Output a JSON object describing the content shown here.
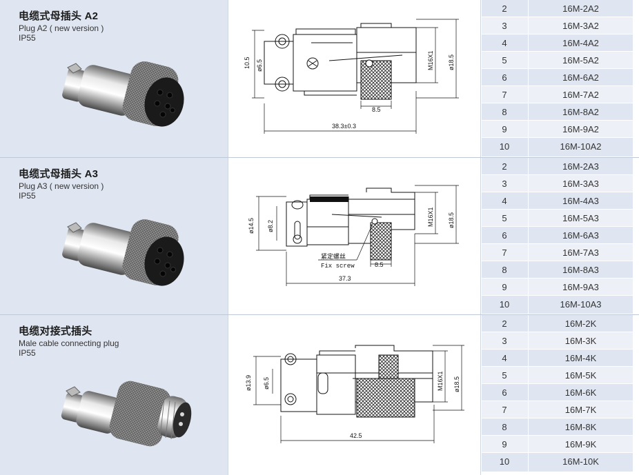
{
  "products": [
    {
      "title": "电缆式母插头 A2",
      "subtitle": "Plug  A2 ( new version )",
      "rating": "IP55",
      "dims": {
        "d1": "10.5",
        "d2": "ø6.5",
        "thread": "M16X1",
        "outer": "ø18.5",
        "nut": "8.5",
        "length": "38.3±0.3"
      },
      "rows": [
        {
          "n": "2",
          "model": "16M-2A2"
        },
        {
          "n": "3",
          "model": "16M-3A2"
        },
        {
          "n": "4",
          "model": "16M-4A2"
        },
        {
          "n": "5",
          "model": "16M-5A2"
        },
        {
          "n": "6",
          "model": "16M-6A2"
        },
        {
          "n": "7",
          "model": "16M-7A2"
        },
        {
          "n": "8",
          "model": "16M-8A2"
        },
        {
          "n": "9",
          "model": "16M-9A2"
        },
        {
          "n": "10",
          "model": "16M-10A2"
        }
      ]
    },
    {
      "title": "电缆式母插头 A3",
      "subtitle": "Plug  A3 ( new version )",
      "rating": "IP55",
      "dims": {
        "d1": "ø14.5",
        "d2": "ø8.2",
        "thread": "M16X1",
        "outer": "ø18.5",
        "nut": "8.5",
        "length": "37.3",
        "screw_cn": "紧定螺丝",
        "screw_en": "Fix screw"
      },
      "rows": [
        {
          "n": "2",
          "model": "16M-2A3"
        },
        {
          "n": "3",
          "model": "16M-3A3"
        },
        {
          "n": "4",
          "model": "16M-4A3"
        },
        {
          "n": "5",
          "model": "16M-5A3"
        },
        {
          "n": "6",
          "model": "16M-6A3"
        },
        {
          "n": "7",
          "model": "16M-7A3"
        },
        {
          "n": "8",
          "model": "16M-8A3"
        },
        {
          "n": "9",
          "model": "16M-9A3"
        },
        {
          "n": "10",
          "model": "16M-10A3"
        }
      ]
    },
    {
      "title": "电缆对接式插头",
      "subtitle": "Male cable connecting plug",
      "rating": "IP55",
      "dims": {
        "d1": "ø13.9",
        "d2": "ø6.5",
        "thread": "M16X1",
        "outer": "ø18.5",
        "length": "42.5"
      },
      "rows": [
        {
          "n": "2",
          "model": "16M-2K"
        },
        {
          "n": "3",
          "model": "16M-3K"
        },
        {
          "n": "4",
          "model": "16M-4K"
        },
        {
          "n": "5",
          "model": "16M-5K"
        },
        {
          "n": "6",
          "model": "16M-6K"
        },
        {
          "n": "7",
          "model": "16M-7K"
        },
        {
          "n": "8",
          "model": "16M-8K"
        },
        {
          "n": "9",
          "model": "16M-9K"
        },
        {
          "n": "10",
          "model": "16M-10K"
        }
      ]
    }
  ]
}
